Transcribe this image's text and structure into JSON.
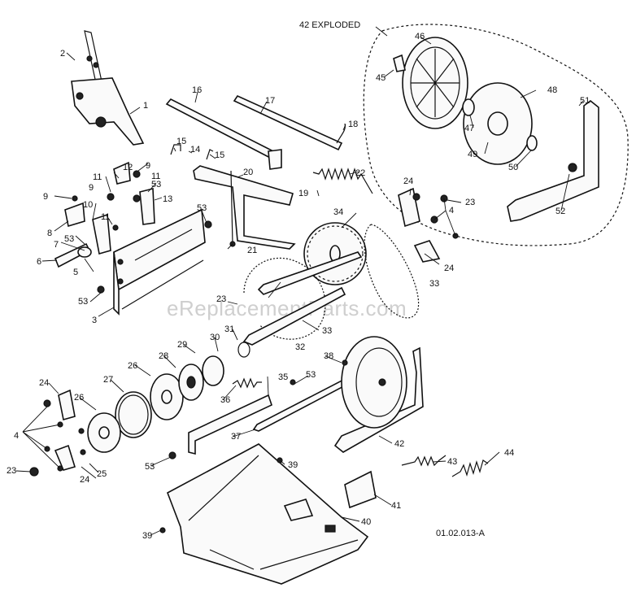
{
  "diagram": {
    "exploded_label": "42 EXPLODED",
    "drawing_number": "01.02.013-A",
    "watermark": "eReplacementParts.com",
    "callouts": [
      "1",
      "2",
      "3",
      "4",
      "5",
      "6",
      "7",
      "8",
      "9",
      "10",
      "11",
      "12",
      "13",
      "14",
      "15",
      "16",
      "17",
      "18",
      "19",
      "20",
      "21",
      "22",
      "23",
      "24",
      "25",
      "26",
      "27",
      "28",
      "29",
      "30",
      "31",
      "32",
      "33",
      "34",
      "35",
      "36",
      "37",
      "38",
      "39",
      "40",
      "41",
      "42",
      "43",
      "44",
      "45",
      "46",
      "47",
      "48",
      "49",
      "50",
      "51",
      "52",
      "53"
    ]
  }
}
